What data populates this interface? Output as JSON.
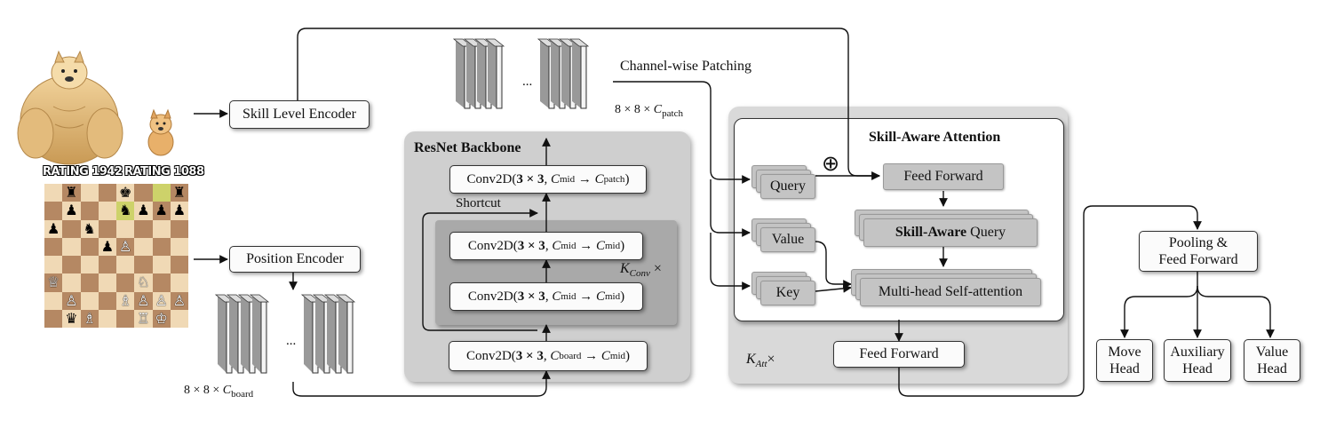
{
  "ratings": {
    "left": "RATING 1942",
    "right": "RATING 1088"
  },
  "encoders": {
    "skill": "Skill Level Encoder",
    "position": "Position Encoder"
  },
  "resnet": {
    "title": "ResNet Backbone",
    "conv_patch": {
      "prefix": "Conv2D(",
      "kernel": "3 × 3",
      "from": "C",
      "from_sub": "mid",
      "to": "C",
      "to_sub": "patch"
    },
    "conv_mid_1": {
      "prefix": "Conv2D(",
      "kernel": "3 × 3",
      "from": "C",
      "from_sub": "mid",
      "to": "C",
      "to_sub": "mid"
    },
    "conv_mid_2": {
      "prefix": "Conv2D(",
      "kernel": "3 × 3",
      "from": "C",
      "from_sub": "mid",
      "to": "C",
      "to_sub": "mid"
    },
    "conv_board": {
      "prefix": "Conv2D(",
      "kernel": "3 × 3",
      "from": "C",
      "from_sub": "board",
      "to": "C",
      "to_sub": "mid"
    },
    "shortcut": "Shortcut",
    "kconv_base": "K",
    "kconv_sub": "Conv",
    "times": "×"
  },
  "patching": {
    "label": "Channel-wise Patching",
    "dims_prefix": "8 × 8 × ",
    "dims_var": "C",
    "dims_sub": "patch",
    "ellipsis": "..."
  },
  "board_stack": {
    "dims_prefix": "8 × 8 × ",
    "dims_var": "C",
    "dims_sub": "board",
    "ellipsis": "..."
  },
  "attention": {
    "title": "Skill-Aware Attention",
    "query": "Query",
    "value": "Value",
    "key": "Key",
    "feed_forward_inner": "Feed Forward",
    "skill_query_bold": "Skill-Aware",
    "skill_query_rest": " Query",
    "mhsa": "Multi-head Self-attention",
    "oplus": "⊕",
    "feed_forward_outer": "Feed Forward",
    "katt_base": "K",
    "katt_sub": "Att",
    "times": "×"
  },
  "heads": {
    "pooling_line1": "Pooling &",
    "pooling_line2": "Feed Forward",
    "move_line1": "Move",
    "move_line2": "Head",
    "aux_line1": "Auxiliary",
    "aux_line2": "Head",
    "value_line1": "Value",
    "value_line2": "Head"
  },
  "board": {
    "rows": [
      [
        "",
        "",
        "",
        "",
        "♚",
        "",
        "",
        "♜"
      ],
      [
        "",
        "♟",
        "",
        "",
        "♞",
        "♟",
        "♟",
        "♟"
      ],
      [
        "♟",
        "",
        "♞",
        "",
        "",
        "",
        "",
        ""
      ],
      [
        "",
        "",
        "",
        "♟",
        "♙",
        "",
        "",
        ""
      ],
      [
        "",
        "",
        "",
        "",
        "",
        "",
        "",
        ""
      ],
      [
        "♕",
        "",
        "",
        "",
        "",
        "♘",
        "",
        ""
      ],
      [
        "",
        "♙",
        "",
        "",
        "♗",
        "♙",
        "♙",
        "♙"
      ],
      [
        "",
        "♛",
        "♗",
        "",
        "",
        "♖",
        "♔",
        ""
      ]
    ],
    "extra_rook": "♜",
    "colors": {
      "light": "#f0d9b5",
      "dark": "#b58863",
      "highlight": "#cdd26a"
    }
  },
  "colors": {
    "panel": "#cfcfcf",
    "inner_panel": "#a9a9a9",
    "attn_panel": "#d9d9d9",
    "line": "#111111"
  }
}
